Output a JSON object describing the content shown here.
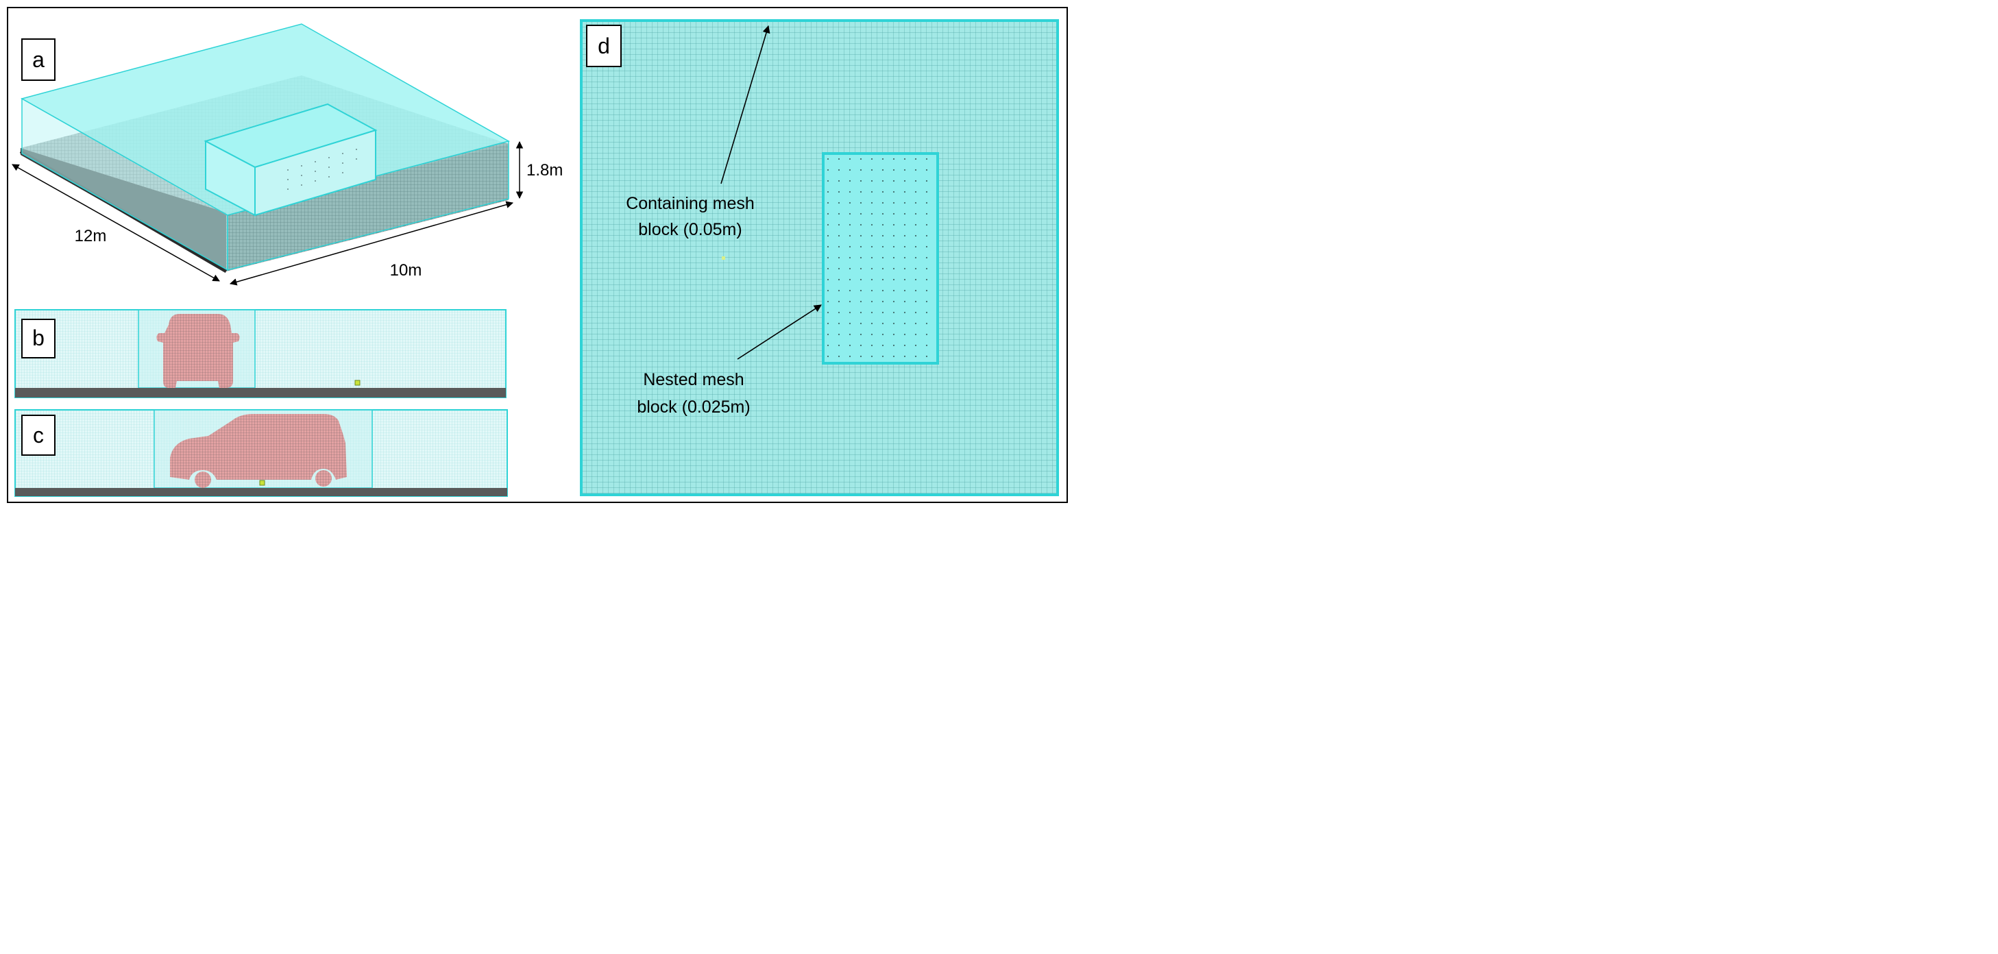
{
  "panels": {
    "a": {
      "label": "a",
      "dim_length": "12m",
      "dim_width": "10m",
      "dim_height": "1.8m"
    },
    "b": {
      "label": "b"
    },
    "c": {
      "label": "c"
    },
    "d": {
      "label": "d",
      "containing_line1": "Containing  mesh",
      "containing_line2": "block (0.05m)",
      "nested_line1": "Nested mesh",
      "nested_line2": "block (0.025m)"
    }
  },
  "colors": {
    "domain_fill": "#a6f5f3",
    "domain_edge": "#2fd3d6",
    "fine_mesh_fill": "#dff8f8",
    "nested_fill": "#8ff0ef",
    "vehicle_fill": "#e0989a",
    "ground": "#5a5a5a",
    "ground_mesh": "#7a9191"
  }
}
